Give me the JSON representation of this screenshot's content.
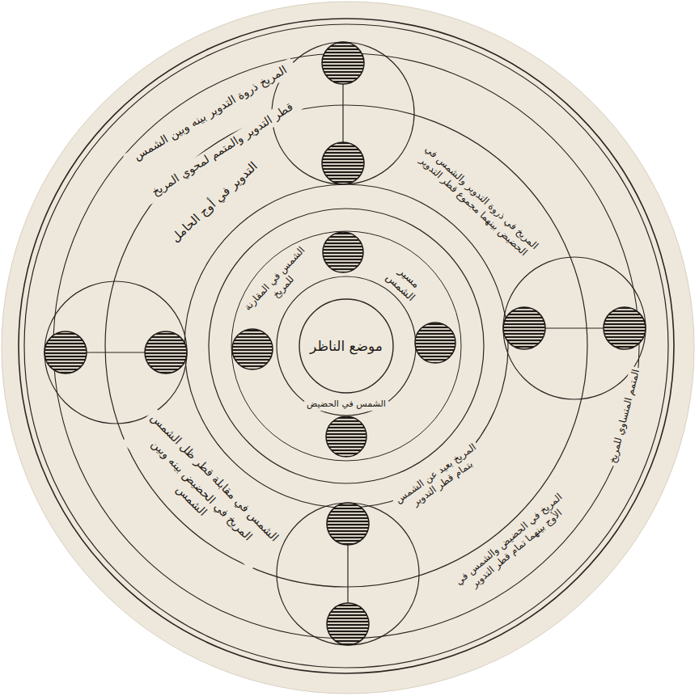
{
  "diagram": {
    "nodes": [
      {
        "text": [
          "موضع الناظر"
        ]
      }
    ],
    "labels": [
      "المريخ ذروة التدوير بينه وبين الشمس",
      "قطر التدوير والمتمم لمحوي المريخ",
      "التدوير في أوج الحامل",
      "المريخ في ذروة التدوير والشمس في الحضيض بينهما مجموع قطر التدوير",
      "الشمس في المقارنة للمريخ",
      "مسير الشمس",
      "الشمس في الحضيض",
      "المتمم المتساوي للمريخ",
      "المريخ في الحضيض بينه وبين الشمس",
      "الشمس في مقابلة قطر ظل الشمس",
      "المريخ بعيد عن الشمس بتمام قطر التدوير",
      "المريخ في الحضيض والشمس في الأوج بينهما تمام قطر التدوير"
    ]
  }
}
